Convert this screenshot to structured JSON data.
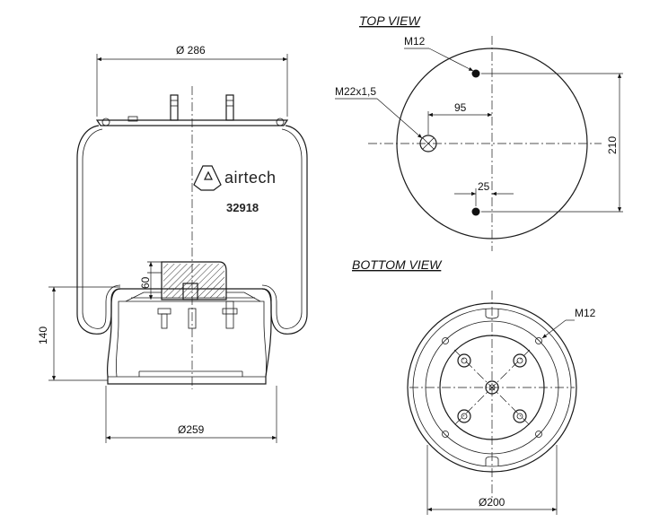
{
  "side_view": {
    "dim_top_diameter": "Ø 286",
    "dim_height": "140",
    "dim_inner_height": "60",
    "dim_bottom_diameter": "Ø259",
    "brand": "airtech",
    "part_number": "32918"
  },
  "top_view": {
    "title": "TOP VIEW",
    "thread_small": "M12",
    "thread_large": "M22x1,5",
    "dim_offset": "95",
    "dim_spacing": "210",
    "dim_small_offset": "25"
  },
  "bottom_view": {
    "title": "BOTTOM VIEW",
    "thread": "M12",
    "dim_bolt_circle": "Ø200"
  }
}
